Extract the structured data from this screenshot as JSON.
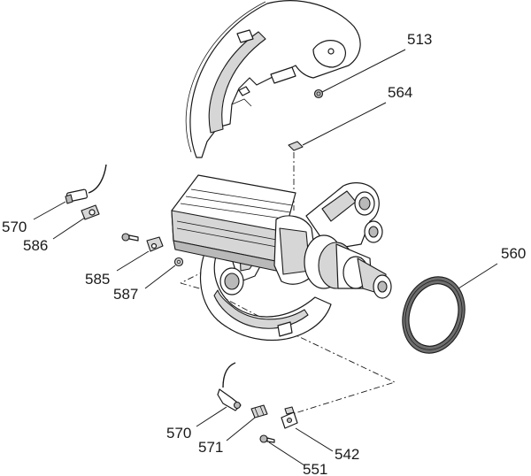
{
  "callouts": [
    {
      "id": "513",
      "label": "513"
    },
    {
      "id": "564",
      "label": "564"
    },
    {
      "id": "570a",
      "label": "570"
    },
    {
      "id": "586",
      "label": "586"
    },
    {
      "id": "585",
      "label": "585"
    },
    {
      "id": "587",
      "label": "587"
    },
    {
      "id": "560",
      "label": "560"
    },
    {
      "id": "570b",
      "label": "570"
    },
    {
      "id": "571",
      "label": "571"
    },
    {
      "id": "542",
      "label": "542"
    },
    {
      "id": "551",
      "label": "551"
    }
  ],
  "colors": {
    "line": "#1a1a1a",
    "shade": "#b9b9b9",
    "light": "#d6d6d6",
    "dark": "#6e6e6e"
  }
}
